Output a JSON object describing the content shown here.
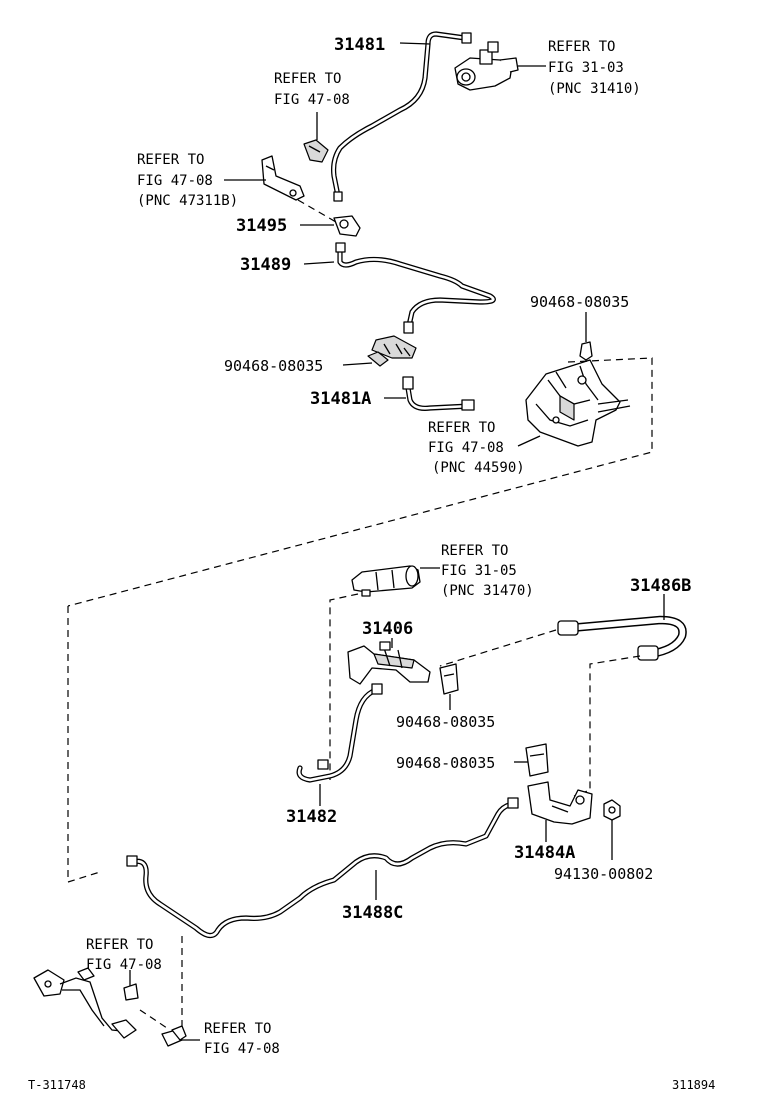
{
  "parts": {
    "p31481": "31481",
    "p31495": "31495",
    "p31489": "31489",
    "p90468_a": "90468-08035",
    "p90468_b": "90468-08035",
    "p31481A": "31481A",
    "p31486B": "31486B",
    "p31406": "31406",
    "p90468_c": "90468-08035",
    "p90468_d": "90468-08035",
    "p31482": "31482",
    "p31484A": "31484A",
    "p94130": "94130-00802",
    "p31488C": "31488C"
  },
  "refs": {
    "r1": {
      "l1": "REFER TO",
      "l2": "FIG 31-03",
      "l3": "(PNC 31410)"
    },
    "r2": {
      "l1": "REFER TO",
      "l2": "FIG 47-08"
    },
    "r3": {
      "l1": "REFER TO",
      "l2": "FIG 47-08",
      "l3": "(PNC 47311B)"
    },
    "r4": {
      "l1": "REFER TO",
      "l2": "FIG 47-08",
      "l3": "(PNC 44590)"
    },
    "r5": {
      "l1": "REFER TO",
      "l2": "FIG 31-05",
      "l3": "(PNC 31470)"
    },
    "r6": {
      "l1": "REFER TO",
      "l2": "FIG 47-08"
    },
    "r7": {
      "l1": "REFER TO",
      "l2": "FIG 47-08"
    }
  },
  "footer": {
    "left_code": "T-311748",
    "right_code": "311894"
  }
}
